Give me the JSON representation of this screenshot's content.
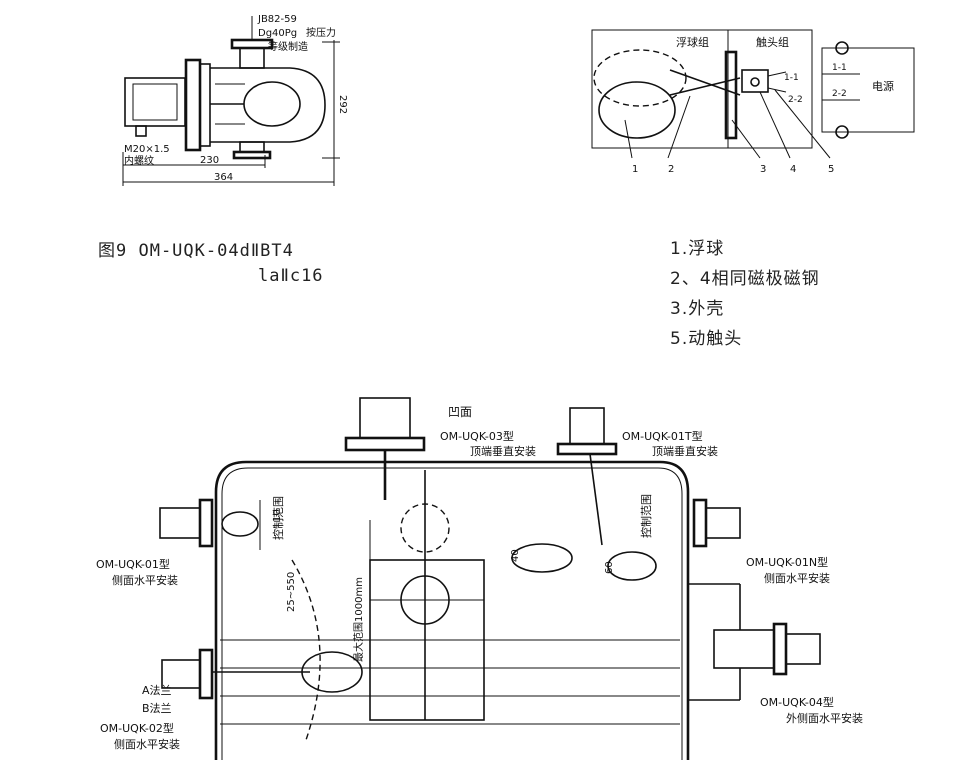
{
  "figure_caption": {
    "line1": "图9 OM-UQK-04dⅡBT4",
    "line2": "laⅡc16"
  },
  "legend": [
    "1.浮球",
    "2、4相同磁极磁钢",
    "3.外壳",
    "5.动触头"
  ],
  "top_left_drawing": {
    "standard": "JB82-59",
    "pressure_1": "Dg40Pg",
    "pressure_2": "按压力",
    "grade": "等级制造",
    "thread_1": "M20×1.5",
    "thread_2": "内螺纹",
    "dim_230": "230",
    "dim_364": "364",
    "dim_292": "292"
  },
  "top_right_drawing": {
    "float_group": "浮球组",
    "contact_group": "触头组",
    "contact_11": "1-1",
    "contact_22": "2-2",
    "power": "电源",
    "contact_22b": "2-2",
    "contact_11b": "1-1",
    "parts": [
      "1",
      "2",
      "3",
      "4",
      "5"
    ]
  },
  "tank_drawing": {
    "concave": "凹面",
    "model_03": "OM-UQK-03型",
    "mount_03": "顶端垂直安装",
    "model_01t": "OM-UQK-01T型",
    "mount_01t": "顶端垂直安装",
    "model_01": "OM-UQK-01型",
    "mount_01": "侧面水平安装",
    "model_01n": "OM-UQK-01N型",
    "mount_01n": "侧面水平安装",
    "model_04": "OM-UQK-04型",
    "mount_04": "外侧面水平安装",
    "model_02": "OM-UQK-02型",
    "mount_02": "侧面水平安装",
    "flange_a": "A法兰",
    "flange_b": "B法兰",
    "ctrl_range_1": "控制范围",
    "ctrl_range_2": "控制范围",
    "max_range": "最大范围1000mm",
    "dim_10": "10",
    "dim_40": "40",
    "dim_60": "60",
    "dim_25_550": "25~550"
  }
}
